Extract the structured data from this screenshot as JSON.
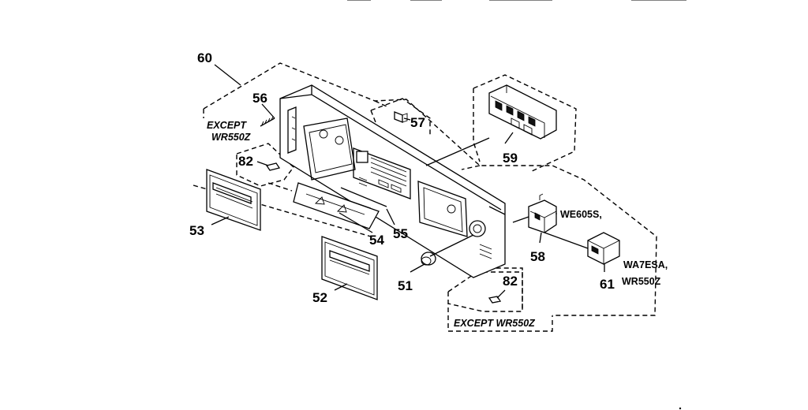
{
  "diagram": {
    "callouts": {
      "c60": "60",
      "c56": "56",
      "c57": "57",
      "c59": "59",
      "c82a": "82",
      "c53": "53",
      "c54": "54",
      "c55": "55",
      "c51": "51",
      "c52": "52",
      "c58": "58",
      "c61": "61",
      "c82b": "82"
    },
    "notes": {
      "except_line1": "EXCEPT",
      "except_line2": "WR550Z",
      "except_bottom": "EXCEPT WR550Z",
      "we605s": "WE605S,",
      "wa7esa": "WA7ESA,",
      "wr550z": "WR550Z"
    }
  }
}
